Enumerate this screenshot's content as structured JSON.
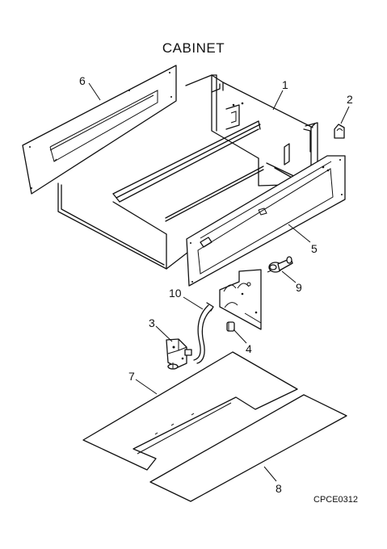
{
  "diagram": {
    "title": "CABINET",
    "drawing_code": "CPCE0312",
    "callouts": [
      "1",
      "2",
      "3",
      "4",
      "5",
      "6",
      "7",
      "8",
      "9",
      "10"
    ]
  }
}
